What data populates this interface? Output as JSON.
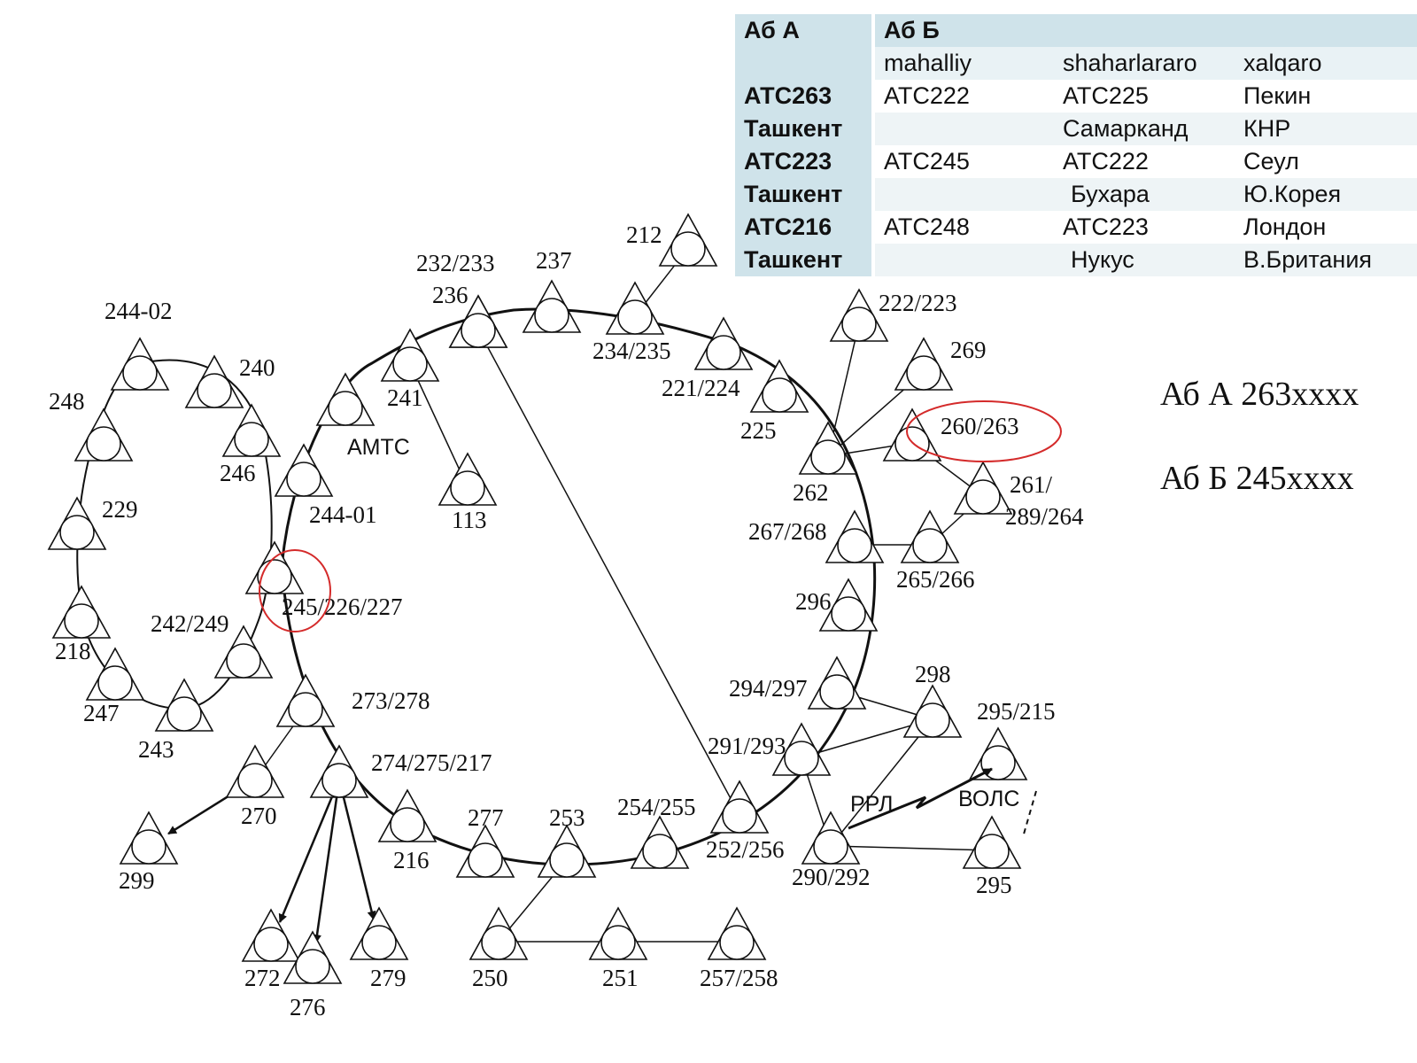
{
  "table": {
    "header": [
      "Аб А",
      "Аб Б"
    ],
    "subheader": [
      "mahalliy",
      "shaharlararo",
      "xalqaro"
    ],
    "rows": [
      {
        "station": "АТС263",
        "city": "Ташкент",
        "local": "АТС222",
        "longdist": "АТС225",
        "longdist_city": "Самарканд",
        "intl": "Пекин",
        "intl_country": "КНР"
      },
      {
        "station": "АТС223",
        "city": "Ташкент",
        "local": "АТС245",
        "longdist": "АТС222",
        "longdist_city": "Бухара",
        "intl": "Сеул",
        "intl_country": "Ю.Корея"
      },
      {
        "station": "АТС216",
        "city": "Ташкент",
        "local": "АТС248",
        "longdist": "АТС223",
        "longdist_city": "Нукус",
        "intl": "Лондон",
        "intl_country": "В.Британия"
      }
    ]
  },
  "notes": {
    "a": "Аб А 263хххх",
    "b": "Аб Б 245хххх"
  },
  "labels": {
    "amts": "АМТС",
    "rrl": "РРЛ",
    "vols": "ВОЛС"
  },
  "nodes": [
    {
      "id": "244-02",
      "label": "244-02"
    },
    {
      "id": "240",
      "label": "240"
    },
    {
      "id": "248",
      "label": "248"
    },
    {
      "id": "246",
      "label": "246"
    },
    {
      "id": "229",
      "label": "229"
    },
    {
      "id": "218",
      "label": "218"
    },
    {
      "id": "242-249",
      "label": "242/249"
    },
    {
      "id": "247",
      "label": "247"
    },
    {
      "id": "243",
      "label": "243"
    },
    {
      "id": "245",
      "label": "245/226/227"
    },
    {
      "id": "244-01",
      "label": "244-01"
    },
    {
      "id": "amts",
      "label": ""
    },
    {
      "id": "241",
      "label": "241"
    },
    {
      "id": "113",
      "label": "113"
    },
    {
      "id": "236",
      "label": "236"
    },
    {
      "id": "232-233",
      "label": "232/233"
    },
    {
      "id": "237",
      "label": "237"
    },
    {
      "id": "234-235",
      "label": "234/235"
    },
    {
      "id": "212",
      "label": "212"
    },
    {
      "id": "221-224",
      "label": "221/224"
    },
    {
      "id": "225",
      "label": "225"
    },
    {
      "id": "222-223",
      "label": "222/223"
    },
    {
      "id": "269",
      "label": "269"
    },
    {
      "id": "262",
      "label": "262"
    },
    {
      "id": "260-263",
      "label": "260/263"
    },
    {
      "id": "261",
      "label": "261/ 289/264"
    },
    {
      "id": "267-268",
      "label": "267/268"
    },
    {
      "id": "265-266",
      "label": "265/266"
    },
    {
      "id": "296",
      "label": "296"
    },
    {
      "id": "294-297",
      "label": "294/297"
    },
    {
      "id": "298",
      "label": "298"
    },
    {
      "id": "295-215",
      "label": "295/215"
    },
    {
      "id": "291-293",
      "label": "291/293"
    },
    {
      "id": "290-292",
      "label": "290/292"
    },
    {
      "id": "295",
      "label": "295"
    },
    {
      "id": "252-256",
      "label": "252/256"
    },
    {
      "id": "254-255",
      "label": "254/255"
    },
    {
      "id": "253",
      "label": "253"
    },
    {
      "id": "277",
      "label": "277"
    },
    {
      "id": "216",
      "label": "216"
    },
    {
      "id": "274",
      "label": "274/275/217"
    },
    {
      "id": "273-278",
      "label": "273/278"
    },
    {
      "id": "270",
      "label": "270"
    },
    {
      "id": "299",
      "label": "299"
    },
    {
      "id": "272",
      "label": "272"
    },
    {
      "id": "276",
      "label": "276"
    },
    {
      "id": "279",
      "label": "279"
    },
    {
      "id": "250",
      "label": "250"
    },
    {
      "id": "251",
      "label": "251"
    },
    {
      "id": "257-258",
      "label": "257/258"
    }
  ],
  "edges": [
    [
      "241",
      "113"
    ],
    [
      "236",
      "252-256"
    ],
    [
      "234-235",
      "212"
    ],
    [
      "262",
      "222-223"
    ],
    [
      "262",
      "269"
    ],
    [
      "262",
      "260-263"
    ],
    [
      "260-263",
      "261"
    ],
    [
      "261",
      "265-266"
    ],
    [
      "267-268",
      "265-266"
    ],
    [
      "294-297",
      "298"
    ],
    [
      "291-293",
      "298"
    ],
    [
      "298",
      "290-292"
    ],
    [
      "291-293",
      "290-292"
    ],
    [
      "290-292",
      "295"
    ],
    [
      "273-278",
      "270"
    ],
    [
      "253",
      "250"
    ],
    [
      "250",
      "251"
    ],
    [
      "251",
      "257-258"
    ]
  ],
  "arrows": [
    [
      "270",
      "299"
    ],
    [
      "274",
      "272"
    ],
    [
      "274",
      "276"
    ],
    [
      "274",
      "279"
    ]
  ],
  "highlighted": [
    "245",
    "260-263"
  ],
  "colors": {
    "highlight": "#d42a2a",
    "table_header": "#cfe3ea",
    "table_row_alt": "#eef4f6"
  }
}
